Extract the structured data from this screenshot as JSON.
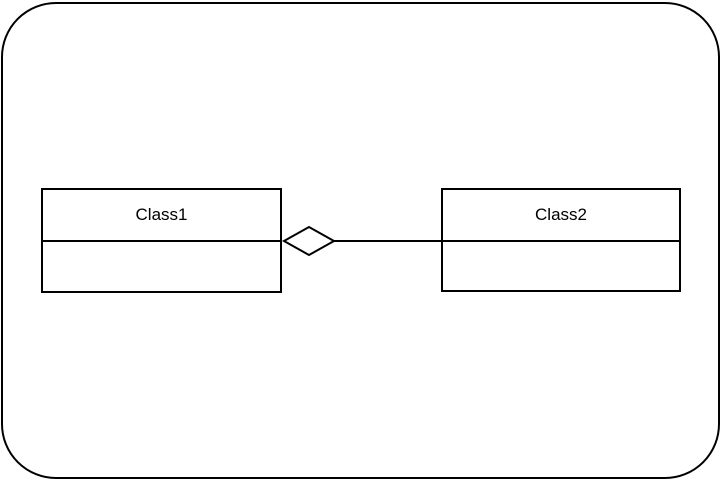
{
  "diagram": {
    "type": "uml-class-diagram",
    "classes": [
      {
        "name": "Class1",
        "attributes": [],
        "methods": []
      },
      {
        "name": "Class2",
        "attributes": [],
        "methods": []
      }
    ],
    "relationship": {
      "type": "aggregation",
      "from": "Class1",
      "to": "Class2",
      "diamond_at": "Class1"
    },
    "colors": {
      "stroke": "#000000",
      "fill": "#ffffff"
    }
  }
}
